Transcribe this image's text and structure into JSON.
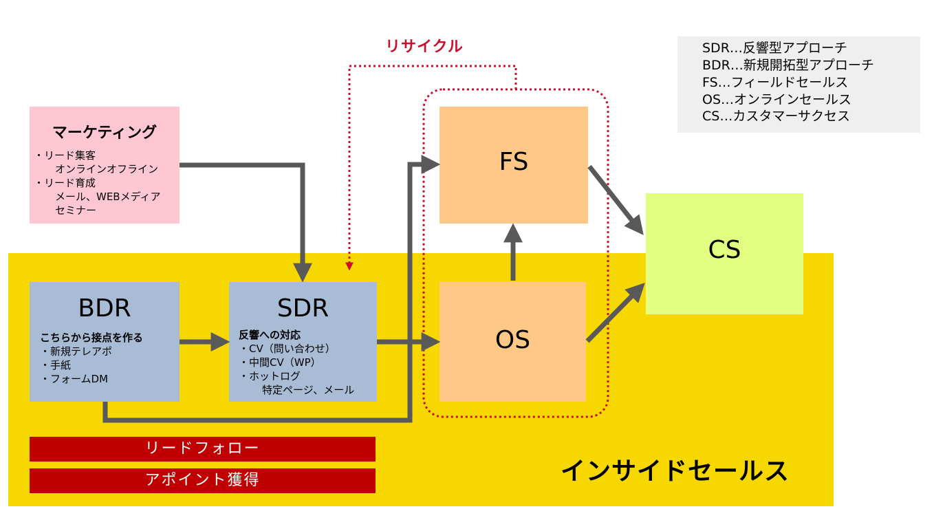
{
  "recycle_label": "リサイクル",
  "legend": [
    "SDR…反響型アプローチ",
    "BDR…新規開拓型アプローチ",
    "FS…フィールドセールス",
    "OS…オンラインセールス",
    "CS…カスタマーサクセス"
  ],
  "marketing": {
    "title": "マーケティング",
    "lines": [
      "・リード集客",
      "オンラインオフライン",
      "・リード育成",
      "メール、WEBメディア",
      "セミナー"
    ]
  },
  "bdr": {
    "title": "BDR",
    "subtitle": "こちらから接点を作る",
    "items": [
      "・新規テレアポ",
      "・手紙",
      "・フォームDM"
    ]
  },
  "sdr": {
    "title": "SDR",
    "subtitle": "反響への対応",
    "items": [
      "・CV（問い合わせ）",
      "・中間CV（WP）",
      "・ホットログ",
      "特定ページ、メール"
    ]
  },
  "fs": {
    "title": "FS"
  },
  "os": {
    "title": "OS"
  },
  "cs": {
    "title": "CS"
  },
  "bars": [
    "リードフォロー",
    "アポイント獲得"
  ],
  "inside_sales_label": "インサイドセールス",
  "colors": {
    "inside_sales_band": "#f7d700",
    "marketing": "#ffc7d3",
    "bdr_sdr": "#a9bcd6",
    "fs_os": "#ffc887",
    "cs": "#e2ff80",
    "red_bar": "#c00000",
    "recycle": "#c8102e",
    "arrow": "#595959"
  }
}
